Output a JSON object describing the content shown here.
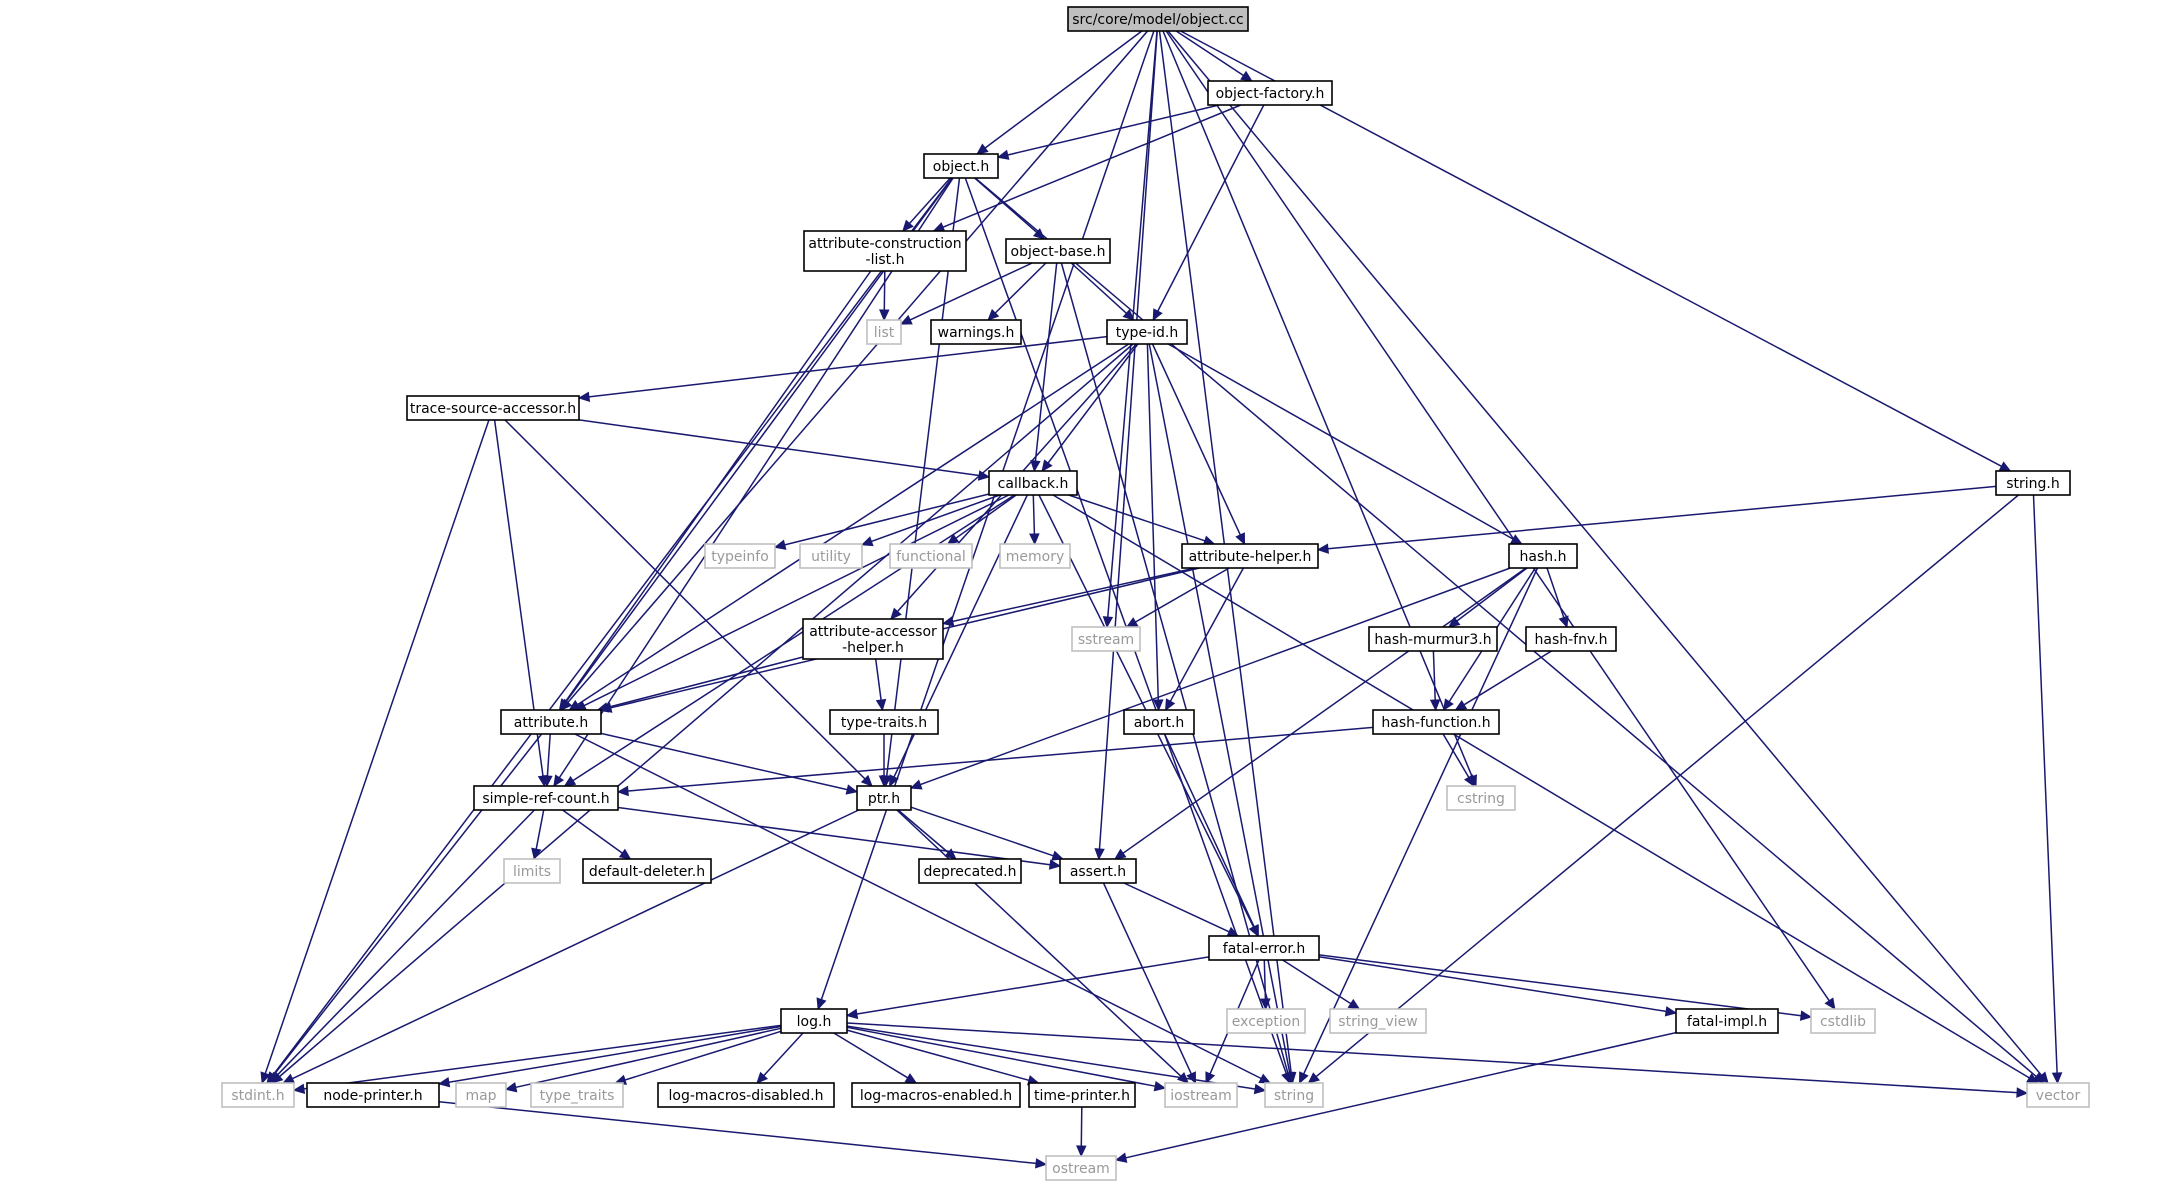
{
  "colors": {
    "edge": "#191970",
    "root_fill": "#bfbfbf",
    "local_border": "#000000",
    "system_border": "#bfbfbf",
    "system_text": "#9a9a9a"
  },
  "nodes": [
    {
      "id": "object_cc",
      "label": "src/core/model/object.cc",
      "kind": "root"
    },
    {
      "id": "object_factory_h",
      "label": "object-factory.h",
      "kind": "local"
    },
    {
      "id": "object_h",
      "label": "object.h",
      "kind": "local"
    },
    {
      "id": "attr_construction_list_h",
      "label": [
        "attribute-construction",
        "-list.h"
      ],
      "kind": "local"
    },
    {
      "id": "object_base_h",
      "label": "object-base.h",
      "kind": "local"
    },
    {
      "id": "list",
      "label": "list",
      "kind": "system"
    },
    {
      "id": "warnings_h",
      "label": "warnings.h",
      "kind": "local"
    },
    {
      "id": "type_id_h",
      "label": "type-id.h",
      "kind": "local"
    },
    {
      "id": "trace_source_accessor_h",
      "label": "trace-source-accessor.h",
      "kind": "local"
    },
    {
      "id": "callback_h",
      "label": "callback.h",
      "kind": "local"
    },
    {
      "id": "string_h",
      "label": "string.h",
      "kind": "local"
    },
    {
      "id": "typeinfo",
      "label": "typeinfo",
      "kind": "system"
    },
    {
      "id": "utility",
      "label": "utility",
      "kind": "system"
    },
    {
      "id": "functional",
      "label": "functional",
      "kind": "system"
    },
    {
      "id": "memory",
      "label": "memory",
      "kind": "system"
    },
    {
      "id": "attribute_helper_h",
      "label": "attribute-helper.h",
      "kind": "local"
    },
    {
      "id": "hash_h",
      "label": "hash.h",
      "kind": "local"
    },
    {
      "id": "attribute_accessor_helper_h",
      "label": [
        "attribute-accessor",
        "-helper.h"
      ],
      "kind": "local"
    },
    {
      "id": "sstream",
      "label": "sstream",
      "kind": "system"
    },
    {
      "id": "hash_murmur3_h",
      "label": "hash-murmur3.h",
      "kind": "local"
    },
    {
      "id": "hash_fnv_h",
      "label": "hash-fnv.h",
      "kind": "local"
    },
    {
      "id": "attribute_h",
      "label": "attribute.h",
      "kind": "local"
    },
    {
      "id": "type_traits_h",
      "label": "type-traits.h",
      "kind": "local"
    },
    {
      "id": "abort_h",
      "label": "abort.h",
      "kind": "local"
    },
    {
      "id": "hash_function_h",
      "label": "hash-function.h",
      "kind": "local"
    },
    {
      "id": "simple_ref_count_h",
      "label": "simple-ref-count.h",
      "kind": "local"
    },
    {
      "id": "ptr_h",
      "label": "ptr.h",
      "kind": "local"
    },
    {
      "id": "cstring",
      "label": "cstring",
      "kind": "system"
    },
    {
      "id": "limits",
      "label": "limits",
      "kind": "system"
    },
    {
      "id": "default_deleter_h",
      "label": "default-deleter.h",
      "kind": "local"
    },
    {
      "id": "deprecated_h",
      "label": "deprecated.h",
      "kind": "local"
    },
    {
      "id": "assert_h",
      "label": "assert.h",
      "kind": "local"
    },
    {
      "id": "fatal_error_h",
      "label": "fatal-error.h",
      "kind": "local"
    },
    {
      "id": "exception",
      "label": "exception",
      "kind": "system"
    },
    {
      "id": "string_view",
      "label": "string_view",
      "kind": "system"
    },
    {
      "id": "log_h",
      "label": "log.h",
      "kind": "local"
    },
    {
      "id": "fatal_impl_h",
      "label": "fatal-impl.h",
      "kind": "local"
    },
    {
      "id": "cstdlib",
      "label": "cstdlib",
      "kind": "system"
    },
    {
      "id": "stdint_h",
      "label": "stdint.h",
      "kind": "system"
    },
    {
      "id": "node_printer_h",
      "label": "node-printer.h",
      "kind": "local"
    },
    {
      "id": "map",
      "label": "map",
      "kind": "system"
    },
    {
      "id": "type_traits",
      "label": "type_traits",
      "kind": "system"
    },
    {
      "id": "log_macros_disabled_h",
      "label": "log-macros-disabled.h",
      "kind": "local"
    },
    {
      "id": "log_macros_enabled_h",
      "label": "log-macros-enabled.h",
      "kind": "local"
    },
    {
      "id": "time_printer_h",
      "label": "time-printer.h",
      "kind": "local"
    },
    {
      "id": "iostream",
      "label": "iostream",
      "kind": "system"
    },
    {
      "id": "string",
      "label": "string",
      "kind": "system"
    },
    {
      "id": "vector",
      "label": "vector",
      "kind": "system"
    },
    {
      "id": "ostream",
      "label": "ostream",
      "kind": "system"
    }
  ],
  "edges": [
    [
      "object_cc",
      "object_factory_h"
    ],
    [
      "object_cc",
      "object_h"
    ],
    [
      "object_cc",
      "string_h"
    ],
    [
      "object_cc",
      "vector"
    ],
    [
      "object_cc",
      "cstdlib"
    ],
    [
      "object_cc",
      "cstring"
    ],
    [
      "object_cc",
      "assert_h"
    ],
    [
      "object_cc",
      "string"
    ],
    [
      "object_cc",
      "sstream"
    ],
    [
      "object_cc",
      "attribute_h"
    ],
    [
      "object_cc",
      "log_h"
    ],
    [
      "object_factory_h",
      "object_h"
    ],
    [
      "object_factory_h",
      "attr_construction_list_h"
    ],
    [
      "object_factory_h",
      "type_id_h"
    ],
    [
      "object_h",
      "attr_construction_list_h"
    ],
    [
      "object_h",
      "object_base_h"
    ],
    [
      "object_h",
      "attribute_h"
    ],
    [
      "object_h",
      "simple_ref_count_h"
    ],
    [
      "object_h",
      "ptr_h"
    ],
    [
      "object_h",
      "stdint_h"
    ],
    [
      "object_h",
      "string"
    ],
    [
      "object_h",
      "vector"
    ],
    [
      "attr_construction_list_h",
      "list"
    ],
    [
      "attr_construction_list_h",
      "attribute_h"
    ],
    [
      "object_base_h",
      "list"
    ],
    [
      "object_base_h",
      "warnings_h"
    ],
    [
      "object_base_h",
      "type_id_h"
    ],
    [
      "object_base_h",
      "callback_h"
    ],
    [
      "object_base_h",
      "string"
    ],
    [
      "type_id_h",
      "trace_source_accessor_h"
    ],
    [
      "type_id_h",
      "callback_h"
    ],
    [
      "type_id_h",
      "attribute_helper_h"
    ],
    [
      "type_id_h",
      "hash_h"
    ],
    [
      "type_id_h",
      "attribute_accessor_helper_h"
    ],
    [
      "type_id_h",
      "attribute_h"
    ],
    [
      "type_id_h",
      "abort_h"
    ],
    [
      "type_id_h",
      "stdint_h"
    ],
    [
      "type_id_h",
      "string"
    ],
    [
      "trace_source_accessor_h",
      "callback_h"
    ],
    [
      "trace_source_accessor_h",
      "ptr_h"
    ],
    [
      "trace_source_accessor_h",
      "simple_ref_count_h"
    ],
    [
      "trace_source_accessor_h",
      "stdint_h"
    ],
    [
      "callback_h",
      "typeinfo"
    ],
    [
      "callback_h",
      "utility"
    ],
    [
      "callback_h",
      "functional"
    ],
    [
      "callback_h",
      "memory"
    ],
    [
      "callback_h",
      "attribute_helper_h"
    ],
    [
      "callback_h",
      "attribute_h"
    ],
    [
      "callback_h",
      "simple_ref_count_h"
    ],
    [
      "callback_h",
      "ptr_h"
    ],
    [
      "callback_h",
      "fatal_error_h"
    ],
    [
      "callback_h",
      "vector"
    ],
    [
      "string_h",
      "attribute_helper_h"
    ],
    [
      "string_h",
      "string"
    ],
    [
      "string_h",
      "vector"
    ],
    [
      "attribute_helper_h",
      "attribute_accessor_helper_h"
    ],
    [
      "attribute_helper_h",
      "attribute_h"
    ],
    [
      "attribute_helper_h",
      "sstream"
    ],
    [
      "attribute_helper_h",
      "abort_h"
    ],
    [
      "hash_h",
      "hash_murmur3_h"
    ],
    [
      "hash_h",
      "hash_fnv_h"
    ],
    [
      "hash_h",
      "hash_function_h"
    ],
    [
      "hash_h",
      "assert_h"
    ],
    [
      "hash_h",
      "ptr_h"
    ],
    [
      "hash_h",
      "string"
    ],
    [
      "attribute_accessor_helper_h",
      "attribute_h"
    ],
    [
      "attribute_accessor_helper_h",
      "type_traits_h"
    ],
    [
      "hash_murmur3_h",
      "hash_function_h"
    ],
    [
      "hash_fnv_h",
      "hash_function_h"
    ],
    [
      "hash_function_h",
      "simple_ref_count_h"
    ],
    [
      "hash_function_h",
      "cstring"
    ],
    [
      "attribute_h",
      "simple_ref_count_h"
    ],
    [
      "attribute_h",
      "ptr_h"
    ],
    [
      "attribute_h",
      "stdint_h"
    ],
    [
      "attribute_h",
      "string"
    ],
    [
      "type_traits_h",
      "ptr_h"
    ],
    [
      "abort_h",
      "fatal_error_h"
    ],
    [
      "simple_ref_count_h",
      "limits"
    ],
    [
      "simple_ref_count_h",
      "default_deleter_h"
    ],
    [
      "simple_ref_count_h",
      "assert_h"
    ],
    [
      "simple_ref_count_h",
      "stdint_h"
    ],
    [
      "ptr_h",
      "deprecated_h"
    ],
    [
      "ptr_h",
      "assert_h"
    ],
    [
      "ptr_h",
      "iostream"
    ],
    [
      "ptr_h",
      "stdint_h"
    ],
    [
      "assert_h",
      "fatal_error_h"
    ],
    [
      "assert_h",
      "iostream"
    ],
    [
      "fatal_error_h",
      "log_h"
    ],
    [
      "fatal_error_h",
      "exception"
    ],
    [
      "fatal_error_h",
      "string_view"
    ],
    [
      "fatal_error_h",
      "fatal_impl_h"
    ],
    [
      "fatal_error_h",
      "cstdlib"
    ],
    [
      "fatal_error_h",
      "iostream"
    ],
    [
      "fatal_impl_h",
      "ostream"
    ],
    [
      "log_h",
      "stdint_h"
    ],
    [
      "log_h",
      "node_printer_h"
    ],
    [
      "log_h",
      "map"
    ],
    [
      "log_h",
      "type_traits"
    ],
    [
      "log_h",
      "log_macros_disabled_h"
    ],
    [
      "log_h",
      "log_macros_enabled_h"
    ],
    [
      "log_h",
      "time_printer_h"
    ],
    [
      "log_h",
      "iostream"
    ],
    [
      "log_h",
      "string"
    ],
    [
      "log_h",
      "vector"
    ],
    [
      "node_printer_h",
      "ostream"
    ],
    [
      "time_printer_h",
      "ostream"
    ]
  ]
}
